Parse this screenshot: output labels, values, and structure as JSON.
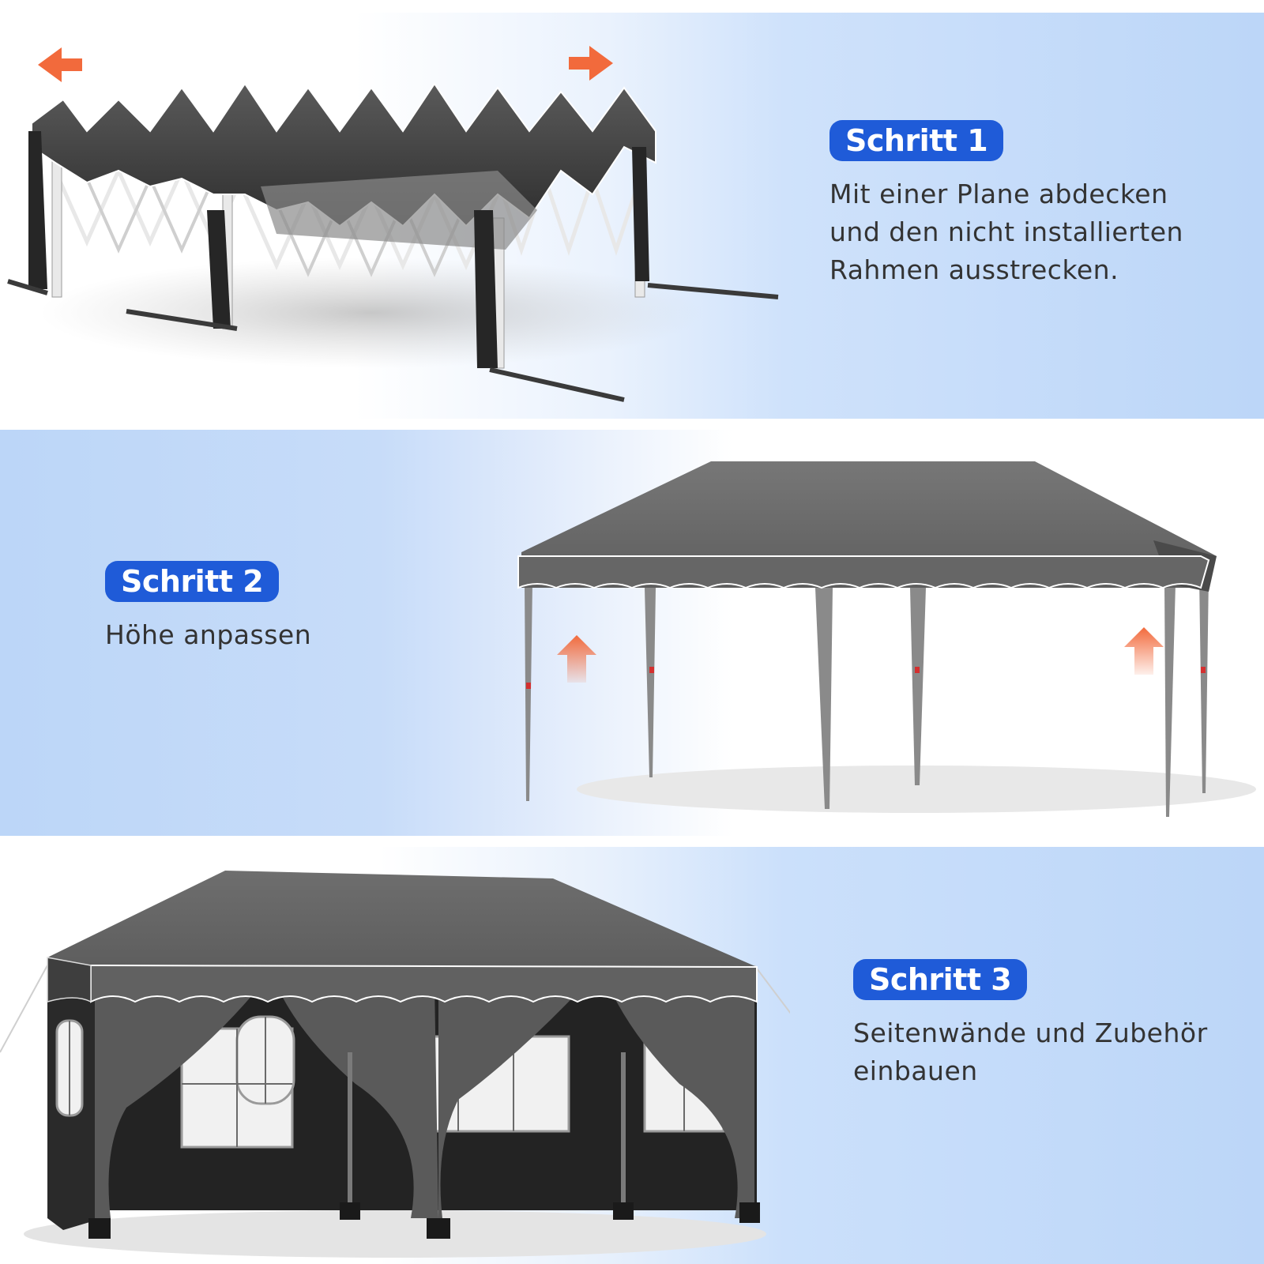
{
  "steps": [
    {
      "badge": "Schritt 1",
      "lines": [
        "Mit einer Plane abdecken",
        "und den nicht installierten",
        "Rahmen ausstrecken."
      ]
    },
    {
      "badge": "Schritt 2",
      "lines": [
        "Höhe anpassen"
      ]
    },
    {
      "badge": "Schritt 3",
      "lines": [
        "Seitenwände und Zubehör",
        "einbauen"
      ]
    }
  ],
  "colors": {
    "badge": "#1f5bd8",
    "text": "#333333",
    "arrow": "#f26a3c",
    "canopy": "#6b6b6b",
    "canopy_dark": "#3a3a3a",
    "panel_blue": "#bcd6f8"
  },
  "icons": [
    "arrow-left-icon",
    "arrow-right-icon",
    "arrow-up-icon"
  ]
}
